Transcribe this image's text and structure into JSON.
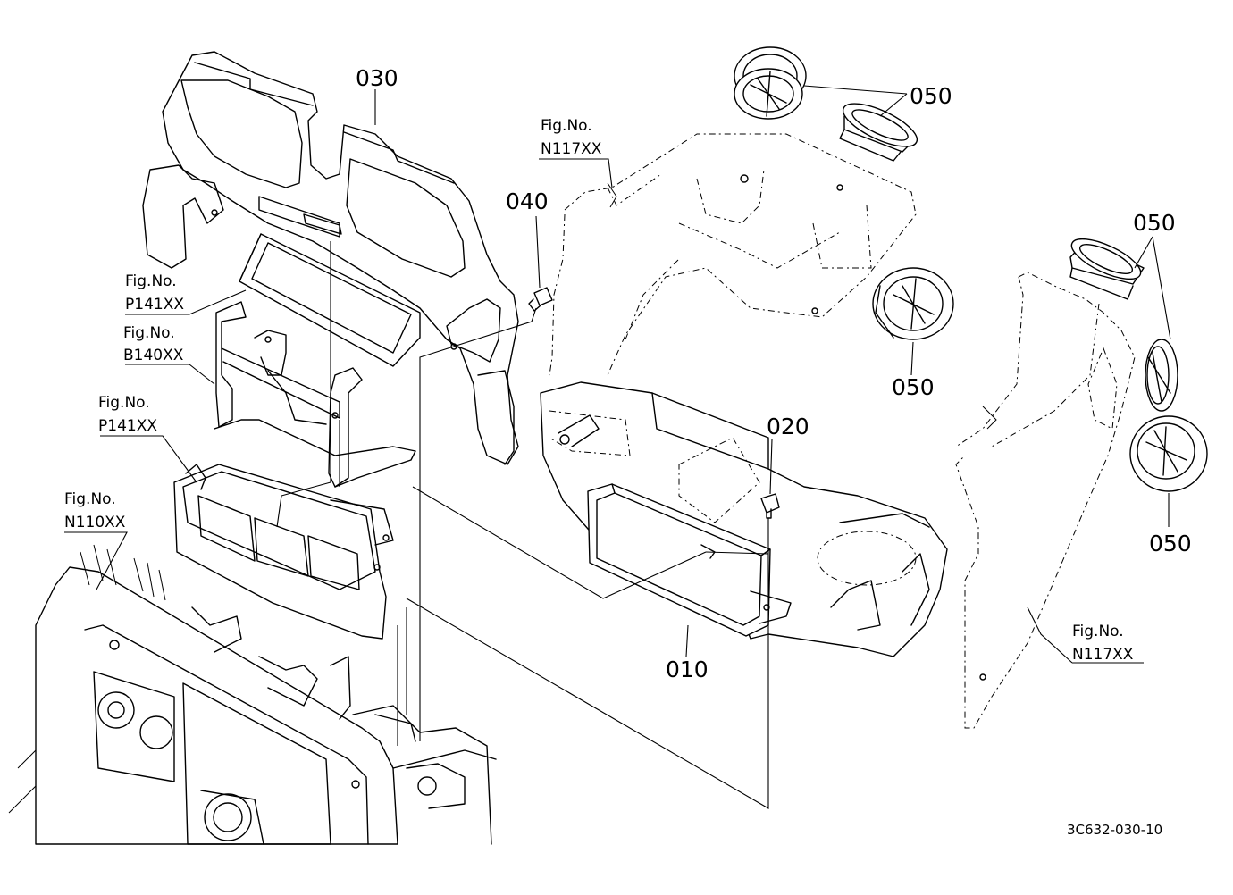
{
  "part_labels": [
    {
      "id": "030",
      "text": "030"
    },
    {
      "id": "040",
      "text": "040"
    },
    {
      "id": "050-top",
      "text": "050"
    },
    {
      "id": "050-mid",
      "text": "050"
    },
    {
      "id": "050-right-top",
      "text": "050"
    },
    {
      "id": "050-right-bottom",
      "text": "050"
    },
    {
      "id": "020",
      "text": "020"
    },
    {
      "id": "010",
      "text": "010"
    }
  ],
  "figure_refs": [
    {
      "id": "ref-1",
      "line1": "Fig.No.",
      "line2": "N117XX"
    },
    {
      "id": "ref-2",
      "line1": "Fig.No.",
      "line2": "P141XX"
    },
    {
      "id": "ref-3",
      "line1": "Fig.No.",
      "line2": "B140XX"
    },
    {
      "id": "ref-4",
      "line1": "Fig.No.",
      "line2": "P141XX"
    },
    {
      "id": "ref-5",
      "line1": "Fig.No.",
      "line2": "N110XX"
    },
    {
      "id": "ref-6",
      "line1": "Fig.No.",
      "line2": "N117XX"
    }
  ],
  "drawing_code": "3C632-030-10"
}
